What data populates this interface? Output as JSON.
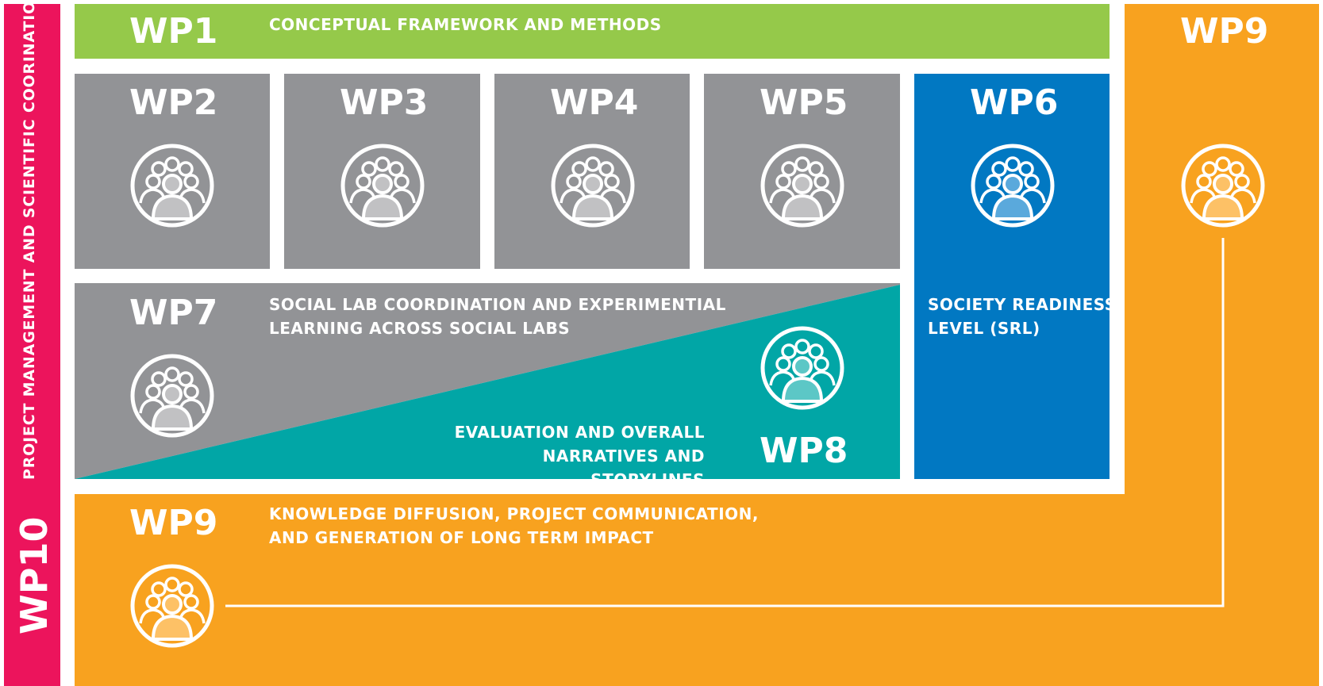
{
  "colors": {
    "pink": "#ec145c",
    "green": "#95c94a",
    "grey": "#929396",
    "blue": "#0178c2",
    "teal": "#01a6a6",
    "orange": "#f8a21f",
    "icon_grey_fill": "#c1c1c3",
    "icon_blue_fill": "#5aa9dc",
    "icon_teal_fill": "#5cc7c6",
    "icon_orange_fill": "#fdc166"
  },
  "wp10": {
    "label": "WP10",
    "description": "PROJECT MANAGEMENT AND SCIENTIFIC COORINATION"
  },
  "wp1": {
    "label": "WP1",
    "description": "CONCEPTUAL FRAMEWORK AND METHODS"
  },
  "wp2": {
    "label": "WP2",
    "icon": "people-group-icon"
  },
  "wp3": {
    "label": "WP3",
    "icon": "people-group-icon"
  },
  "wp4": {
    "label": "WP4",
    "icon": "people-group-icon"
  },
  "wp5": {
    "label": "WP5",
    "icon": "people-group-icon"
  },
  "wp6": {
    "label": "WP6",
    "icon": "people-group-icon",
    "description": "SOCIETY READINESS\nLEVEL (SRL)"
  },
  "wp7": {
    "label": "WP7",
    "icon": "people-group-icon",
    "description": "SOCIAL LAB COORDINATION AND EXPERIMENTIAL\nLEARNING ACROSS SOCIAL LABS"
  },
  "wp8": {
    "label": "WP8",
    "icon": "people-group-icon",
    "description": "EVALUATION AND OVERALL\nNARRATIVES AND STORYLINES"
  },
  "wp9": {
    "label": "WP9",
    "label_right": "WP9",
    "icon": "people-group-icon",
    "description": "KNOWLEDGE DIFFUSION, PROJECT COMMUNICATION,\nAND GENERATION OF LONG TERM IMPACT"
  }
}
